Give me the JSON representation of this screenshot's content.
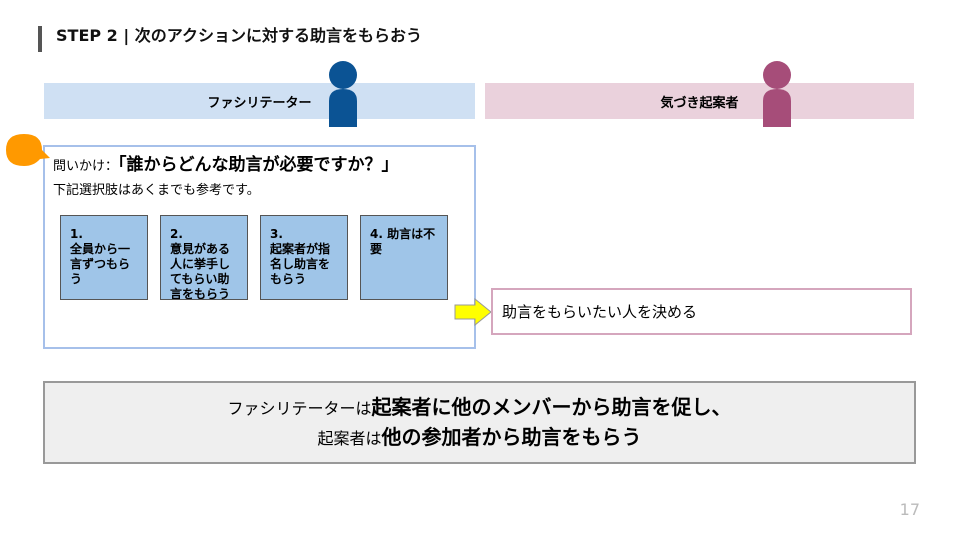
{
  "title": "STEP 2 | 次のアクションに対する助言をもらおう",
  "roles": {
    "facilitator": "ファシリテーター",
    "proposer": "気づき起案者"
  },
  "colors": {
    "facilitator_band": "#cfe0f3",
    "facilitator_figure": "#0b5394",
    "proposer_band": "#ead1dc",
    "proposer_figure": "#a64d79",
    "option_box": "#9fc5e8",
    "bubble": "#ff9900",
    "arrow": "#ffff00"
  },
  "question": {
    "prefix": "問いかけ：",
    "main": "「誰からどんな助言が必要ですか？」",
    "sub": "下記選択肢はあくまでも参考です。"
  },
  "options": [
    "1.\n全員から一言ずつもらう",
    "2.\n意見がある人に挙手してもらい助言をもらう",
    "3.\n起案者が指名し助言をもらう",
    "4. 助言は不要"
  ],
  "decision": "助言をもらいたい人を決める",
  "summary": {
    "line1": [
      {
        "text": "ファシリテーターは",
        "bold": false
      },
      {
        "text": "起案者に他のメンバーから助言を促し、",
        "bold": true
      }
    ],
    "line2": [
      {
        "text": "起案者は",
        "bold": false
      },
      {
        "text": "他の参加者から助言をもらう",
        "bold": true
      }
    ]
  },
  "page_number": "17",
  "icons": [
    "person-icon",
    "speech-bubble-icon",
    "right-arrow-icon"
  ]
}
